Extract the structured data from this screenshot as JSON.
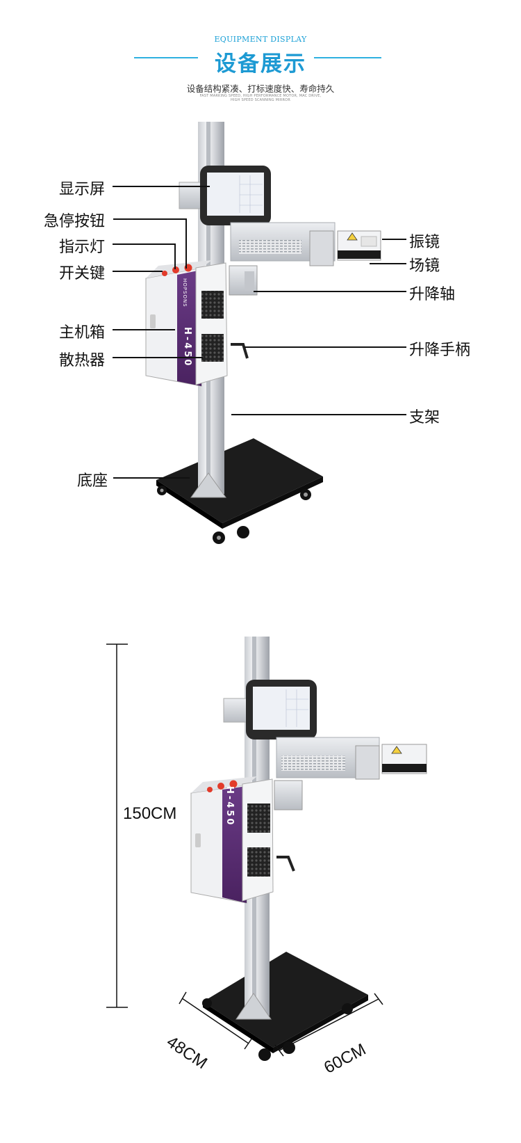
{
  "header": {
    "title_en": "EQUIPMENT DISPLAY",
    "title_cn": "设备展示",
    "subtitle": "设备结构紧凑、打标速度快、寿命持久",
    "tagline_1": "FAST MARKING SPEED, HIGH PERFORMANCE MOTOR, MAC DRIVE,",
    "tagline_2": "HIGH SPEED SCANNING MIRROR"
  },
  "machine": {
    "brand_text": "HOPSONS",
    "model": "H-450"
  },
  "callouts": {
    "display_screen": "显示屏",
    "emergency_stop": "急停按钮",
    "indicator_light": "指示灯",
    "power_switch": "开关键",
    "main_cabinet": "主机箱",
    "heat_sink": "散热器",
    "base": "底座",
    "galvanometer": "振镜",
    "field_lens": "场镜",
    "lift_shaft": "升降轴",
    "lift_handle": "升降手柄",
    "stand": "支架"
  },
  "dimensions": {
    "height": "150CM",
    "depth": "48CM",
    "width": "60CM"
  },
  "colors": {
    "accent": "#1d9ad3",
    "cabinet_purple": "#5a2d72",
    "base_black": "#1a1a1a",
    "button_red": "#e23b2a"
  }
}
